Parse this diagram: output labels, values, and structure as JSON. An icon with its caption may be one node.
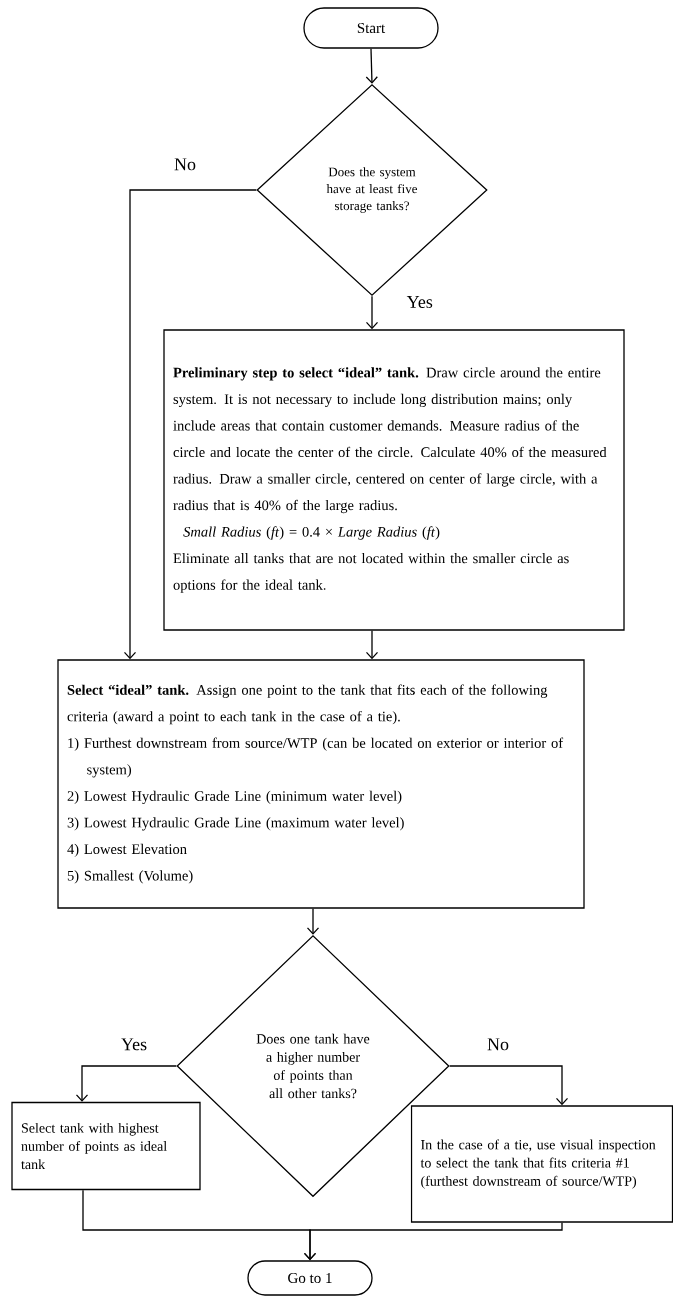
{
  "diagram": {
    "nodes": [
      {
        "text": [
          "Start"
        ]
      },
      {
        "text": [
          "Does the system have at least five storage tanks?"
        ]
      },
      {
        "text": [
          "**Preliminary step to select “ideal” tank.** Draw circle around the entire system. It is not necessary to include long distribution mains; only include areas that contain customer demands. Measure radius of the circle and locate the center of the circle. Calculate 40% of the measured radius. Draw a smaller circle, centered on center of large circle, with a radius that is 40% of the large radius.",
          "*Small Radius* (*ft*) = 0.4 × *Large Radius* (*ft*)",
          "Eliminate all tanks that are not located within the smaller circle as options for the ideal tank."
        ]
      },
      {
        "text": [
          "**Select “ideal” tank.** Assign one point to the tank that fits each of the following criteria (award a point to each tank in the case of a tie).",
          "1) Furthest downstream from source/WTP (can be located on exterior or interior of system)",
          "2) Lowest Hydraulic Grade Line (minimum water level)",
          "3) Lowest Hydraulic Grade Line (maximum water level)",
          "4) Lowest Elevation",
          "5) Smallest (Volume)"
        ]
      },
      {
        "text": [
          "Does one tank have a higher number of points than all other tanks?"
        ]
      },
      {
        "text": [
          "Select tank with highest number of points as ideal tank"
        ]
      },
      {
        "text": [
          "In the case of a tie, use visual inspection to select the tank that fits criteria #1 (furthest downstream of source/WTP)"
        ]
      },
      {
        "text": [
          "Go to 1"
        ]
      }
    ],
    "edges": [
      {
        "from": 0,
        "to": 1,
        "arrow": "to"
      },
      {
        "from": 1,
        "to": 2,
        "arrow": "to",
        "label": "Yes"
      },
      {
        "from": 1,
        "to": 3,
        "arrow": "to",
        "label": "No"
      },
      {
        "from": 2,
        "to": 3,
        "arrow": "to"
      },
      {
        "from": 3,
        "to": 4,
        "arrow": "to"
      },
      {
        "from": 4,
        "to": 5,
        "arrow": "to",
        "label": "Yes"
      },
      {
        "from": 4,
        "to": 6,
        "arrow": "to",
        "label": "No"
      },
      {
        "from": 5,
        "to": 7,
        "arrow": "to"
      },
      {
        "from": 6,
        "to": 7,
        "arrow": "to"
      }
    ]
  }
}
